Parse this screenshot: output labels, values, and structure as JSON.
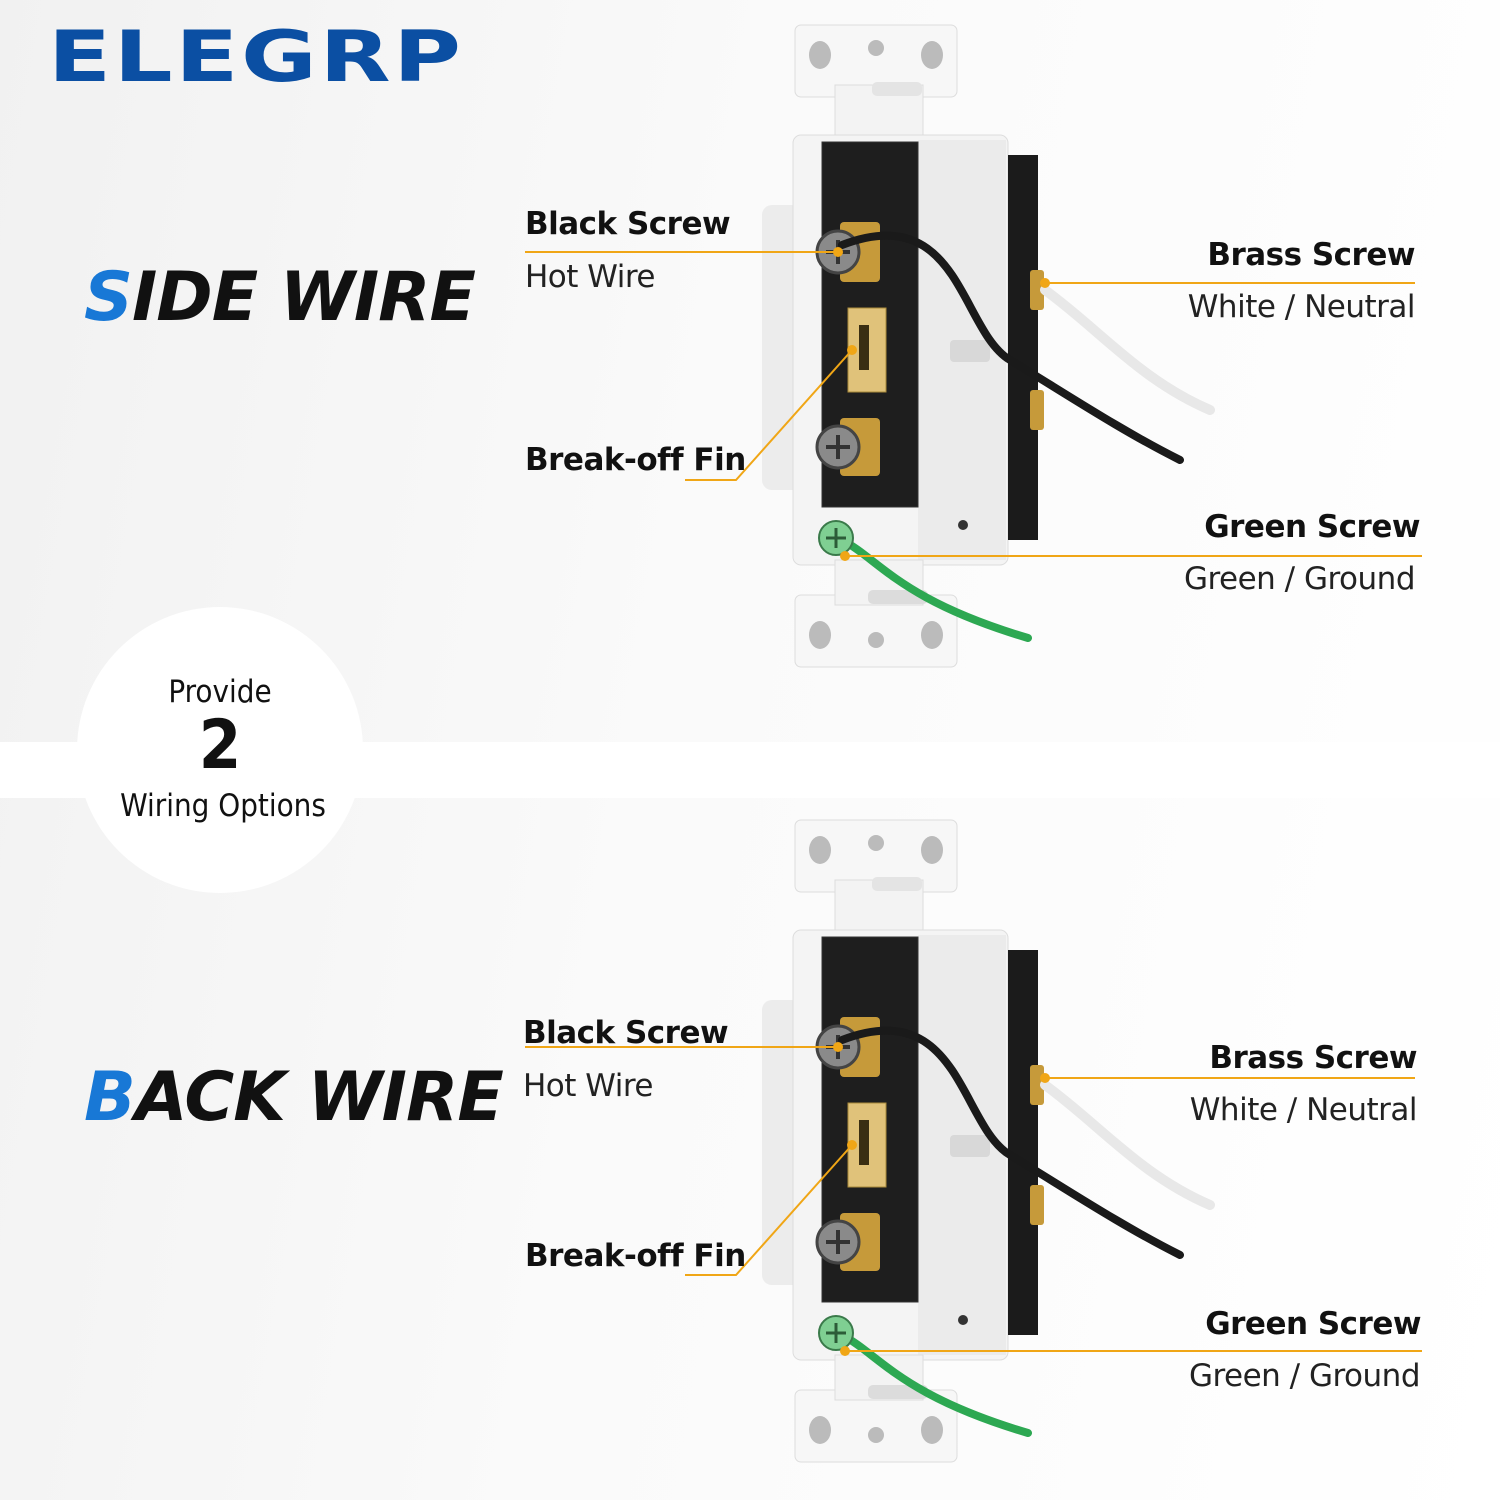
{
  "brand": {
    "logo": "ELEGRP",
    "color": "#0b4fa3"
  },
  "accent_color": "#f0a616",
  "center_badge": {
    "line1": "Provide",
    "number": "2",
    "line2": "Wiring Options"
  },
  "panels": [
    {
      "title_first": "S",
      "title_rest": "IDE WIRE",
      "labels": {
        "black_screw": "Black Screw",
        "hot_wire": "Hot Wire",
        "break_off_fin": "Break-off Fin",
        "brass_screw": "Brass Screw",
        "white_neutral": "White / Neutral",
        "green_screw": "Green Screw",
        "green_ground": "Green / Ground"
      }
    },
    {
      "title_first": "B",
      "title_rest": "ACK WIRE",
      "labels": {
        "black_screw": "Black Screw",
        "hot_wire": "Hot Wire",
        "break_off_fin": "Break-off Fin",
        "brass_screw": "Brass Screw",
        "white_neutral": "White / Neutral",
        "green_screw": "Green Screw",
        "green_ground": "Green / Ground"
      }
    }
  ]
}
